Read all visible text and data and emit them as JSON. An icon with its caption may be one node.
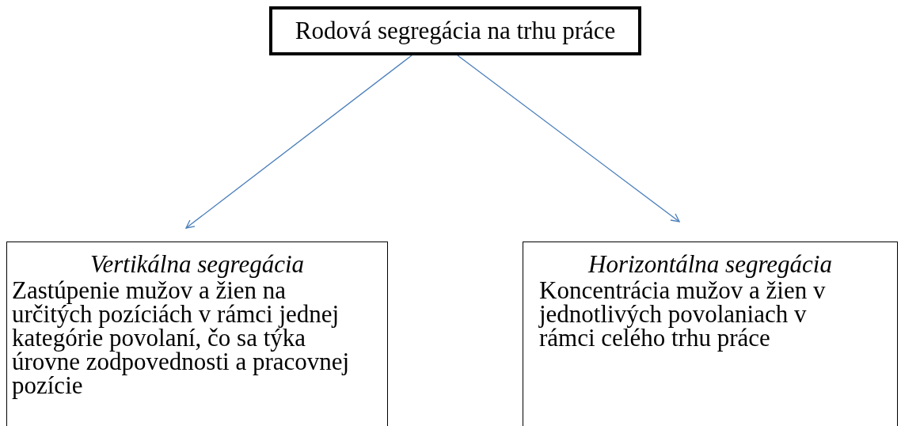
{
  "diagram": {
    "nodes": [
      {
        "text": [
          "Rodová segregácia na trhu práce"
        ]
      },
      {
        "text": [
          "Vertikálna segregácia",
          "Zastúpenie mužov a žien na určitých pozíciách v rámci jednej kategórie povolaní, čo sa týka úrovne zodpovednosti a pracovnej pozície"
        ]
      },
      {
        "text": [
          "Horizontálna segregácia",
          "Koncentrácia mužov a žien v jednotlivých povolaniach v rámci celého trhu práce"
        ]
      }
    ],
    "edges": [
      {
        "from": 0,
        "to": 1,
        "arrow": "to"
      },
      {
        "from": 0,
        "to": 2,
        "arrow": "to"
      }
    ]
  }
}
